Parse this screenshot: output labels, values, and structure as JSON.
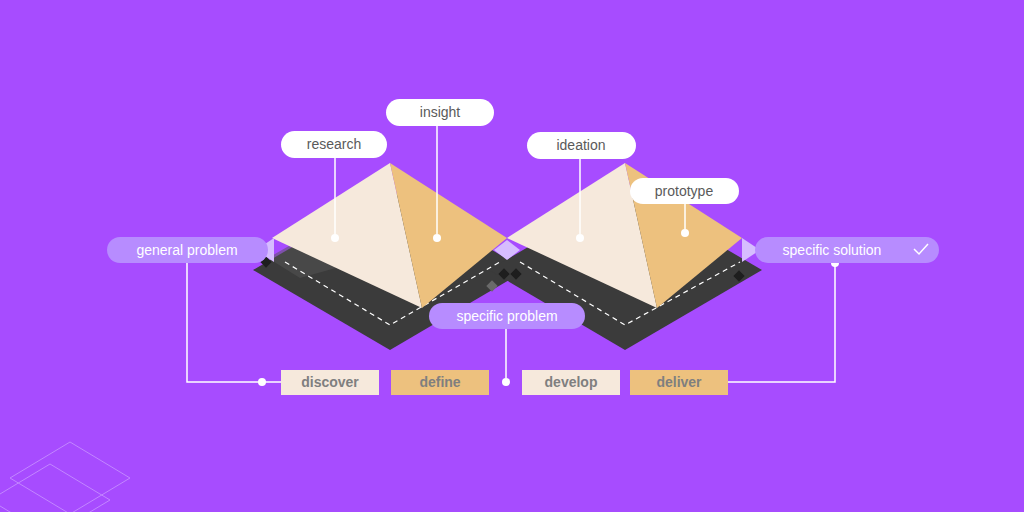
{
  "diagram": {
    "nodes": [
      {
        "text": [
          "general problem"
        ]
      },
      {
        "text": [
          "research"
        ]
      },
      {
        "text": [
          "insight"
        ]
      },
      {
        "text": [
          "ideation"
        ]
      },
      {
        "text": [
          "prototype"
        ]
      },
      {
        "text": [
          "specific problem"
        ]
      },
      {
        "text": [
          "specific solution"
        ]
      },
      {
        "text": [
          "discover"
        ]
      },
      {
        "text": [
          "define"
        ]
      },
      {
        "text": [
          "develop"
        ]
      },
      {
        "text": [
          "deliver"
        ]
      }
    ],
    "edges": [
      {
        "from": 0,
        "to": 7,
        "arrow": "none"
      },
      {
        "from": 10,
        "to": 6,
        "arrow": "none"
      }
    ]
  }
}
